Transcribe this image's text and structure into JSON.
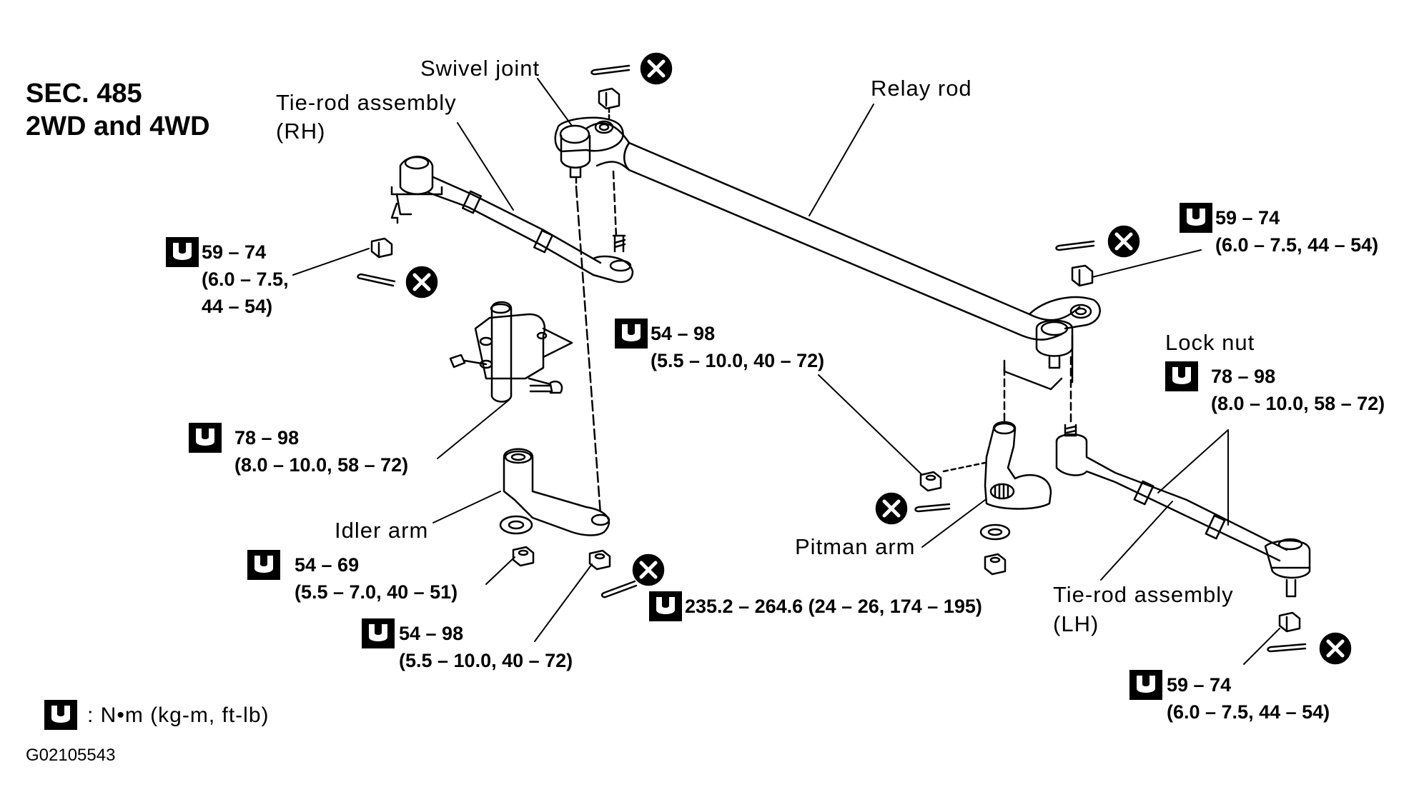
{
  "header": {
    "sec": "SEC. 485",
    "variant": "2WD and 4WD"
  },
  "labels": {
    "swivel_joint": "Swivel joint",
    "tie_rod_rh_1": "Tie-rod assembly",
    "tie_rod_rh_2": "(RH)",
    "relay_rod": "Relay rod",
    "lock_nut": "Lock nut",
    "idler_arm": "Idler arm",
    "pitman_arm": "Pitman arm",
    "tie_rod_lh_1": "Tie-rod assembly",
    "tie_rod_lh_2": "(LH)"
  },
  "torque_specs": [
    {
      "id": "rh_tierod_nut",
      "line1": "59 – 74",
      "line2": "(6.0 – 7.5,",
      "line3": "44 – 54)"
    },
    {
      "id": "relay_nut",
      "line1": "59 – 74",
      "line2": "(6.0 – 7.5, 44 – 54)"
    },
    {
      "id": "swivel_nut",
      "line1": "54 – 98",
      "line2": "(5.5 – 10.0, 40 – 72)"
    },
    {
      "id": "idler_bolt",
      "line1": "78 – 98",
      "line2": "(8.0 – 10.0, 58 – 72)"
    },
    {
      "id": "lock_nut",
      "line1": "78 – 98",
      "line2": "(8.0 – 10.0, 58 – 72)"
    },
    {
      "id": "idler_arm_nut",
      "line1": "54 – 69",
      "line2": "(5.5 – 7.0, 40 – 51)"
    },
    {
      "id": "relay_idler_nut",
      "line1": "54 – 98",
      "line2": "(5.5 – 10.0, 40 – 72)"
    },
    {
      "id": "pitman_nut",
      "line1": "235.2 – 264.6 (24 – 26, 174 – 195)"
    },
    {
      "id": "lh_tierod_nut",
      "line1": "59 – 74",
      "line2": "(6.0 – 7.5, 44 – 54)"
    }
  ],
  "legend": {
    "text": ":  N•m  (kg-m,  ft-lb)"
  },
  "figure_id": "G02105543",
  "icons": {
    "torque": "torque-wrench-icon",
    "replace": "do-not-reuse-icon"
  }
}
